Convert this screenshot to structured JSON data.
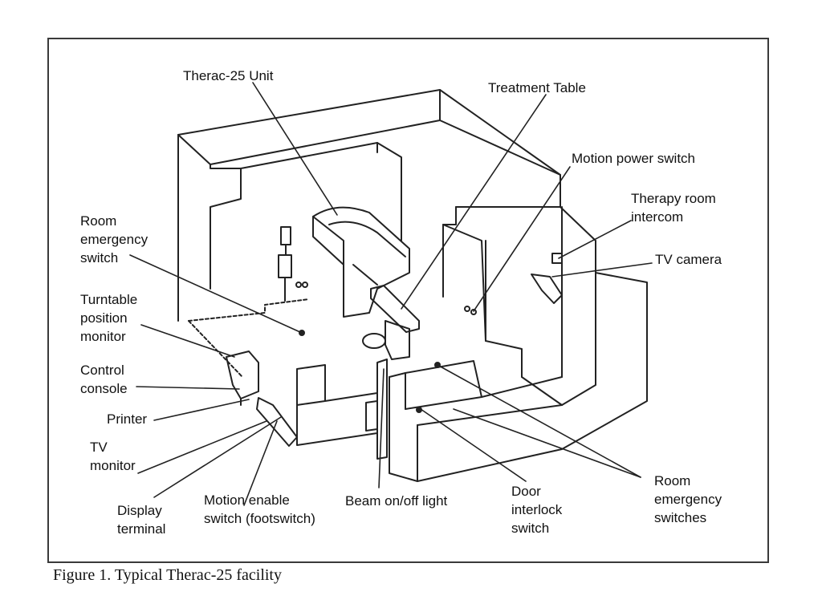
{
  "labels": {
    "therac_unit": "Therac-25 Unit",
    "treatment_table": "Treatment Table",
    "motion_power_switch": "Motion power switch",
    "therapy_intercom_1": "Therapy room",
    "therapy_intercom_2": "intercom",
    "tv_camera": "TV camera",
    "room_emergency_switch_1": "Room",
    "room_emergency_switch_2": "emergency",
    "room_emergency_switch_3": "switch",
    "turntable_monitor_1": "Turntable",
    "turntable_monitor_2": "position",
    "turntable_monitor_3": "monitor",
    "control_console_1": "Control",
    "control_console_2": "console",
    "printer": "Printer",
    "tv_monitor_1": "TV",
    "tv_monitor_2": "monitor",
    "display_terminal_1": "Display",
    "display_terminal_2": "terminal",
    "motion_enable_1": "Motion enable",
    "motion_enable_2": "switch (footswitch)",
    "beam_light": "Beam on/off light",
    "door_interlock_1": "Door",
    "door_interlock_2": "interlock",
    "door_interlock_3": "switch",
    "room_emergency_switches_1": "Room",
    "room_emergency_switches_2": "emergency",
    "room_emergency_switches_3": "switches"
  },
  "caption": "Figure 1. Typical Therac-25 facility"
}
